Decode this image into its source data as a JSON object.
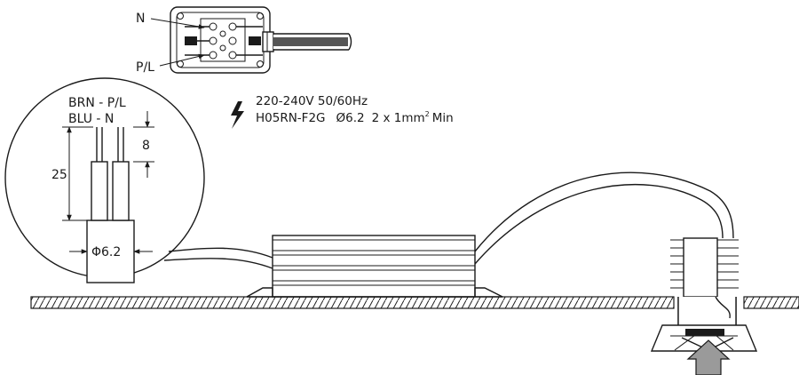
{
  "terminal": {
    "neutral_label": "N",
    "phase_label": "P/L"
  },
  "wires": {
    "brown_label": "BRN - P/L",
    "blue_label": "BLU - N"
  },
  "dimensions": {
    "strip_length": "8",
    "sheath_strip": "25",
    "cable_diameter": "Φ6.2"
  },
  "spec": {
    "voltage": "220-240V 50/60Hz",
    "cable_type": "H05RN-F2G",
    "cable_size": "Ø6.2",
    "conductors": "2 x 1mm",
    "conductors_sup": "2",
    "conductors_suffix": "Min"
  },
  "icons": {
    "power": "lightning-bolt-icon",
    "install_direction": "push-up-arrow-icon"
  }
}
